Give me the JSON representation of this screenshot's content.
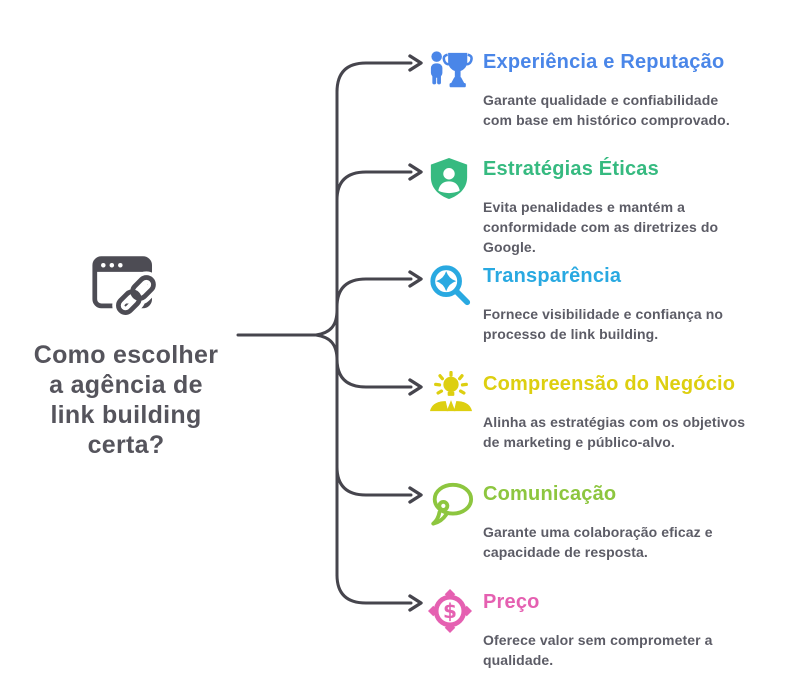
{
  "page": {
    "background": "#ffffff"
  },
  "connector_color": "#46454d",
  "description_color": "#5c5c66",
  "central": {
    "icon": "browser-link-icon",
    "color": "#55545c",
    "title": "Como escolher\na agência de\nlink building\ncerta?"
  },
  "branches": [
    {
      "icon": "person-trophy-icon",
      "color": "#4a86e8",
      "title": "Experiência e Reputação",
      "description": "Garante qualidade e confiabilidade\ncom base em histórico comprovado."
    },
    {
      "icon": "shield-person-icon",
      "color": "#36ba80",
      "title": "Estratégias Éticas",
      "description": "Evita penalidades e mantém a\nconformidade com as diretrizes do\nGoogle."
    },
    {
      "icon": "magnifier-sparkle-icon",
      "color": "#29a9e1",
      "title": "Transparência",
      "description": "Fornece visibilidade e confiança no\nprocesso de link building."
    },
    {
      "icon": "idea-person-icon",
      "color": "#ddcf10",
      "title": "Compreensão do Negócio",
      "description": "Alinha as estratégias com os objetivos\nde marketing e público-alvo."
    },
    {
      "icon": "speech-bubble-icon",
      "color": "#8dc63f",
      "title": "Comunicação",
      "description": "Garante uma colaboração eficaz e\ncapacidade de resposta."
    },
    {
      "icon": "price-target-icon",
      "color": "#e560b1",
      "title": "Preço",
      "description": "Oferece valor sem comprometer a\nqualidade."
    }
  ]
}
